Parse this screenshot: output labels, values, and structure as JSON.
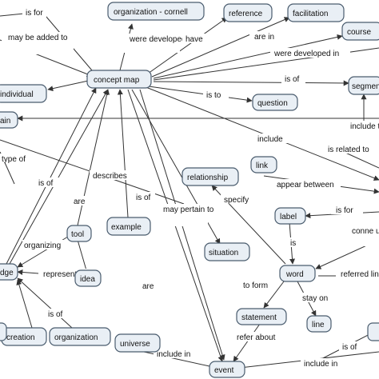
{
  "nodes": {
    "concept_map": "concept map",
    "org_cornell": "organization - cornell",
    "reference": "reference",
    "facilitation": "facilitation",
    "course": "course",
    "segment": "segmen",
    "individual": "individual",
    "question": "question",
    "domain": "ain",
    "relationship": "relationship",
    "link": "link",
    "label": "label",
    "tool": "tool",
    "example": "example",
    "situation": "situation",
    "knowledge": "dge",
    "idea": "idea",
    "word": "word",
    "statement": "statement",
    "line": "line",
    "creation": "creation",
    "organization": "organization",
    "universe": "universe",
    "event": "event"
  },
  "links": {
    "is_for": "is for",
    "may_be_added_to": "may be added to",
    "were_developed_at": "were developed at",
    "have": "have",
    "are_in": "are in",
    "were_developed_in": "were developed in",
    "is_of_top": "is of",
    "is_to": "is to",
    "include_right": "include t",
    "include_mid": "include",
    "is_related_to": "is related to",
    "type_of": "type of",
    "is_of_left": "is of",
    "describes": "describes",
    "are_left": "are",
    "is_of_mid": "is of",
    "may_pertain_to": "may pertain to",
    "specify": "specify",
    "appear_between": "appear between",
    "is_for_label": "is for",
    "conn_using": "conne using li",
    "organizing": "organizing",
    "representing": "representing",
    "is_word": "is",
    "referred_linking": "referred linking",
    "to_form": "to form",
    "stay_on": "stay on",
    "are_bottom": "are",
    "is_of_bottom_left": "is of",
    "refer_about": "refer about",
    "include_in": "include in",
    "is_of_bottom_right": "is of",
    "include_in_right": "include in"
  }
}
